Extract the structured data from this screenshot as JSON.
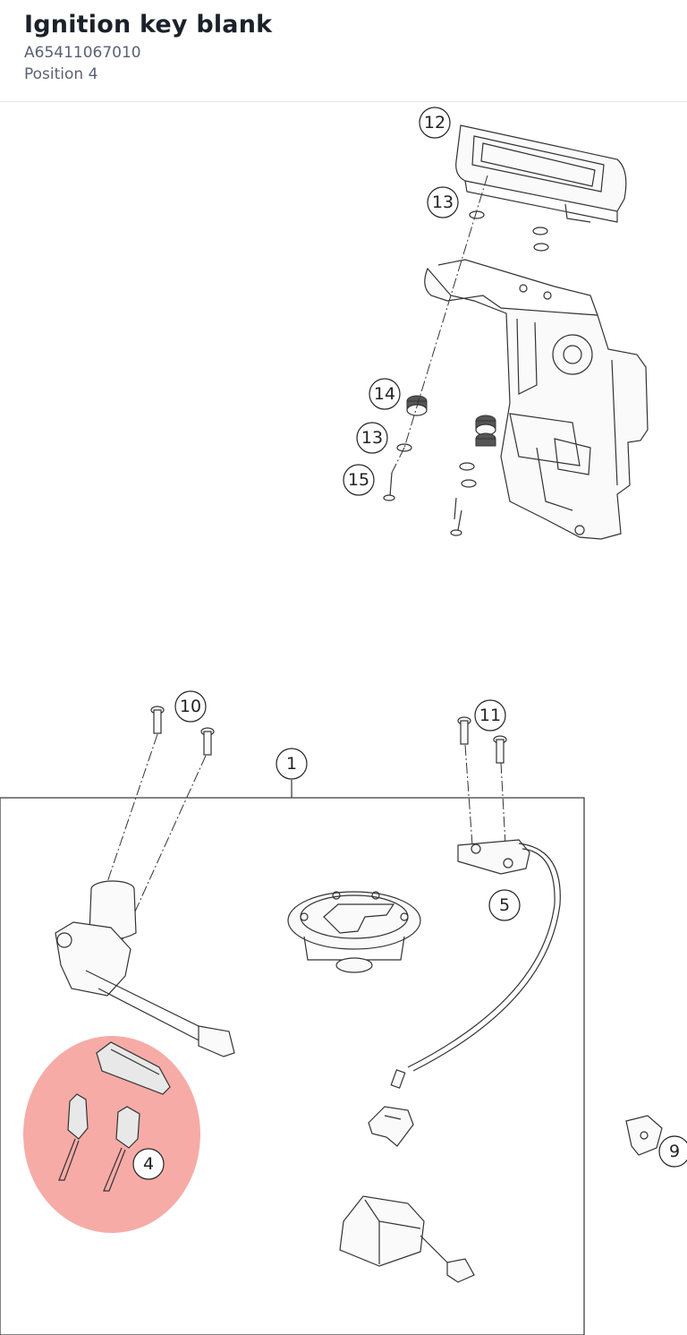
{
  "header": {
    "title": "Ignition key blank",
    "part_number": "A65411067010",
    "position": "Position 4"
  },
  "diagram": {
    "highlight_color": "#f59c98",
    "callouts": {
      "c1": "1",
      "c4": "4",
      "c5": "5",
      "c9": "9",
      "c10": "10",
      "c11": "11",
      "c12": "12",
      "c13a": "13",
      "c13b": "13",
      "c14": "14",
      "c15": "15"
    }
  }
}
